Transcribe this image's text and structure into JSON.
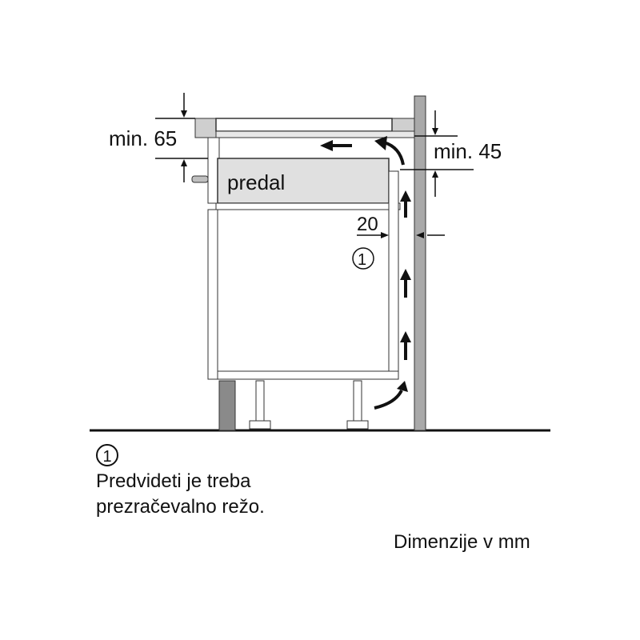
{
  "labels": {
    "min_65": "min. 65",
    "min_45": "min. 45",
    "drawer": "predal",
    "gap_20": "20",
    "callout_marker": "1"
  },
  "legend": {
    "marker": "1",
    "line1": "Predvideti je treba",
    "line2": "prezračevalno režo."
  },
  "units_note": "Dimenzije v mm",
  "colors": {
    "wall": "#a9a9a9",
    "hob": "#cfcfcf",
    "drawer": "#e0e0e0",
    "line": "#111111",
    "plinth": "#8a8a8a"
  }
}
